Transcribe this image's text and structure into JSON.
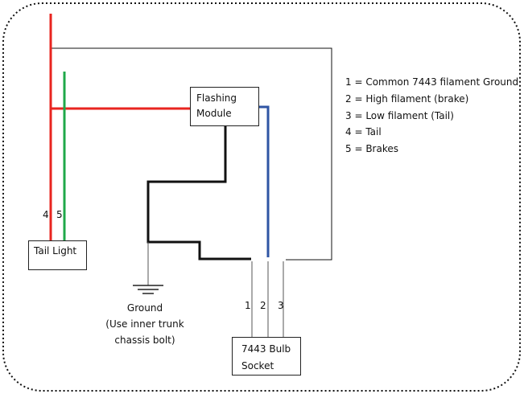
{
  "colors": {
    "tail_wire": "#e8241f",
    "brake_wire": "#1fa84a",
    "module_output_wire": "#2f55a4",
    "ground_wire": "#111111",
    "frame_wire": "#111111"
  },
  "components": {
    "flashing_module": {
      "line1": "Flashing",
      "line2": "Module"
    },
    "tail_light": {
      "label": "Tail Light"
    },
    "bulb_socket": {
      "line1": "7443 Bulb",
      "line2": "Socket"
    },
    "ground": {
      "line1": "Ground",
      "line2": "(Use inner trunk",
      "line3": "chassis bolt)",
      "icon": "ground-icon"
    }
  },
  "wire_labels": {
    "tail": "4",
    "brakes": "5",
    "pin1": "1",
    "pin2": "2",
    "pin3": "3"
  },
  "legend": [
    "1 = Common 7443  filament Ground",
    "2 = High filament (brake)",
    "3 = Low filament (Tail)",
    "4 = Tail",
    "5 = Brakes"
  ]
}
